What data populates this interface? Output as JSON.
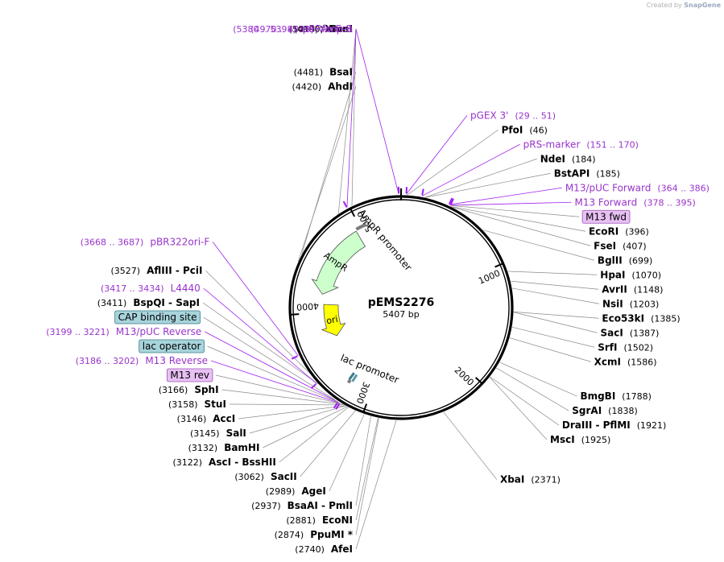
{
  "credit": {
    "prefix": "Created by",
    "brand": "SnapGene"
  },
  "plasmid": {
    "name": "pEMS2276",
    "size_label": "5407 bp",
    "length": 5407
  },
  "ticks": [
    {
      "pos": 1000,
      "label": "1000"
    },
    {
      "pos": 2000,
      "label": "2000"
    },
    {
      "pos": 3000,
      "label": "3000"
    },
    {
      "pos": 4000,
      "label": "4000"
    },
    {
      "pos": 5000,
      "label": "5000"
    }
  ],
  "features": [
    {
      "name": "AmpR",
      "type": "cds",
      "start": 4200,
      "end": 4950,
      "color": "#ccffcc"
    },
    {
      "name": "AmpR promoter",
      "type": "promoter",
      "start": 4960,
      "end": 5065
    },
    {
      "name": "ori",
      "type": "rep_origin",
      "start": 3700,
      "end": 4090,
      "color": "#ffff00"
    },
    {
      "name": "lac promoter",
      "type": "promoter",
      "start": 3215,
      "end": 3245
    }
  ],
  "enzymes": [
    {
      "name": "PfoI",
      "pos": "(46)",
      "site": 46,
      "side": "right"
    },
    {
      "name": "NdeI",
      "pos": "(184)",
      "site": 184,
      "side": "right"
    },
    {
      "name": "BstAPI",
      "pos": "(185)",
      "site": 185,
      "side": "right"
    },
    {
      "name": "EcoRI",
      "pos": "(396)",
      "site": 396,
      "side": "right"
    },
    {
      "name": "FseI",
      "pos": "(407)",
      "site": 407,
      "side": "right"
    },
    {
      "name": "BglII",
      "pos": "(699)",
      "site": 699,
      "side": "right"
    },
    {
      "name": "HpaI",
      "pos": "(1070)",
      "site": 1070,
      "side": "right"
    },
    {
      "name": "AvrII",
      "pos": "(1148)",
      "site": 1148,
      "side": "right"
    },
    {
      "name": "NsiI",
      "pos": "(1203)",
      "site": 1203,
      "side": "right"
    },
    {
      "name": "Eco53kI",
      "pos": "(1385)",
      "site": 1385,
      "side": "right"
    },
    {
      "name": "SacI",
      "pos": "(1387)",
      "site": 1387,
      "side": "right"
    },
    {
      "name": "SrfI",
      "pos": "(1502)",
      "site": 1502,
      "side": "right"
    },
    {
      "name": "XcmI",
      "pos": "(1586)",
      "site": 1586,
      "side": "right"
    },
    {
      "name": "BmgBI",
      "pos": "(1788)",
      "site": 1788,
      "side": "right"
    },
    {
      "name": "SgrAI",
      "pos": "(1838)",
      "site": 1838,
      "side": "right"
    },
    {
      "name": "DraIII - PflMI",
      "pos": "(1921)",
      "site": 1921,
      "side": "right"
    },
    {
      "name": "MscI",
      "pos": "(1925)",
      "site": 1925,
      "side": "right"
    },
    {
      "name": "XbaI",
      "pos": "(2371)",
      "site": 2371,
      "side": "right"
    },
    {
      "name": "AfeI",
      "pos": "(2740)",
      "site": 2740,
      "side": "left"
    },
    {
      "name": "PpuMI *",
      "pos": "(2874)",
      "site": 2874,
      "side": "left"
    },
    {
      "name": "EcoNI",
      "pos": "(2881)",
      "site": 2881,
      "side": "left"
    },
    {
      "name": "BsaAI - PmlI",
      "pos": "(2937)",
      "site": 2937,
      "side": "left"
    },
    {
      "name": "AgeI",
      "pos": "(2989)",
      "site": 2989,
      "side": "left"
    },
    {
      "name": "SacII",
      "pos": "(3062)",
      "site": 3062,
      "side": "left"
    },
    {
      "name": "AscI - BssHII",
      "pos": "(3122)",
      "site": 3122,
      "side": "left"
    },
    {
      "name": "BamHI",
      "pos": "(3132)",
      "site": 3132,
      "side": "left"
    },
    {
      "name": "SalI",
      "pos": "(3145)",
      "site": 3145,
      "side": "left"
    },
    {
      "name": "AccI",
      "pos": "(3146)",
      "site": 3146,
      "side": "left"
    },
    {
      "name": "StuI",
      "pos": "(3158)",
      "site": 3158,
      "side": "left"
    },
    {
      "name": "SphI",
      "pos": "(3166)",
      "site": 3166,
      "side": "left"
    },
    {
      "name": "BspQI - SapI",
      "pos": "(3411)",
      "site": 3411,
      "side": "left"
    },
    {
      "name": "AflIII - PciI",
      "pos": "(3527)",
      "site": 3527,
      "side": "left"
    },
    {
      "name": "AhdI",
      "pos": "(4420)",
      "site": 4420,
      "side": "left"
    },
    {
      "name": "BsaI",
      "pos": "(4481)",
      "site": 4481,
      "side": "left"
    },
    {
      "name": "ScaI",
      "pos": "(4900)",
      "site": 4900,
      "side": "left"
    },
    {
      "name": "XmnI",
      "pos": "(5019)",
      "site": 5019,
      "side": "left"
    }
  ],
  "primers": [
    {
      "name": "pBRforEco",
      "range": "(5380 .. 5398)",
      "site": 5389,
      "side": "left"
    },
    {
      "name": "pGEX 3'",
      "range": "(29 .. 51)",
      "site": 40,
      "side": "right"
    },
    {
      "name": "pRS-marker",
      "range": "(151 .. 170)",
      "site": 160,
      "side": "right"
    },
    {
      "name": "M13/pUC Forward",
      "range": "(364 .. 386)",
      "site": 375,
      "side": "right"
    },
    {
      "name": "M13 Forward",
      "range": "(378 .. 395)",
      "site": 386,
      "side": "right"
    },
    {
      "name": "Amp-R",
      "range": "(4970 .. 4989)",
      "site": 4980,
      "side": "left"
    },
    {
      "name": "pBR322ori-F",
      "range": "(3668 .. 3687)",
      "site": 3678,
      "side": "left"
    },
    {
      "name": "L4440",
      "range": "(3417 .. 3434)",
      "site": 3425,
      "side": "left"
    },
    {
      "name": "M13/pUC Reverse",
      "range": "(3199 .. 3221)",
      "site": 3210,
      "side": "left"
    },
    {
      "name": "M13 Reverse",
      "range": "(3186 .. 3202)",
      "site": 3194,
      "side": "left"
    }
  ],
  "boxed_labels": [
    {
      "name": "M13 fwd",
      "site": 390,
      "color": "#e8c0f4",
      "border": "#9a55b8",
      "side": "right"
    },
    {
      "name": "CAP binding site",
      "site": 3240,
      "color": "#a8d4dc",
      "border": "#3a7a88",
      "side": "left"
    },
    {
      "name": "lac operator",
      "site": 3205,
      "color": "#a8d4dc",
      "border": "#3a7a88",
      "side": "left"
    },
    {
      "name": "M13 rev",
      "site": 3190,
      "color": "#e8c0f4",
      "border": "#9a55b8",
      "side": "left"
    }
  ]
}
